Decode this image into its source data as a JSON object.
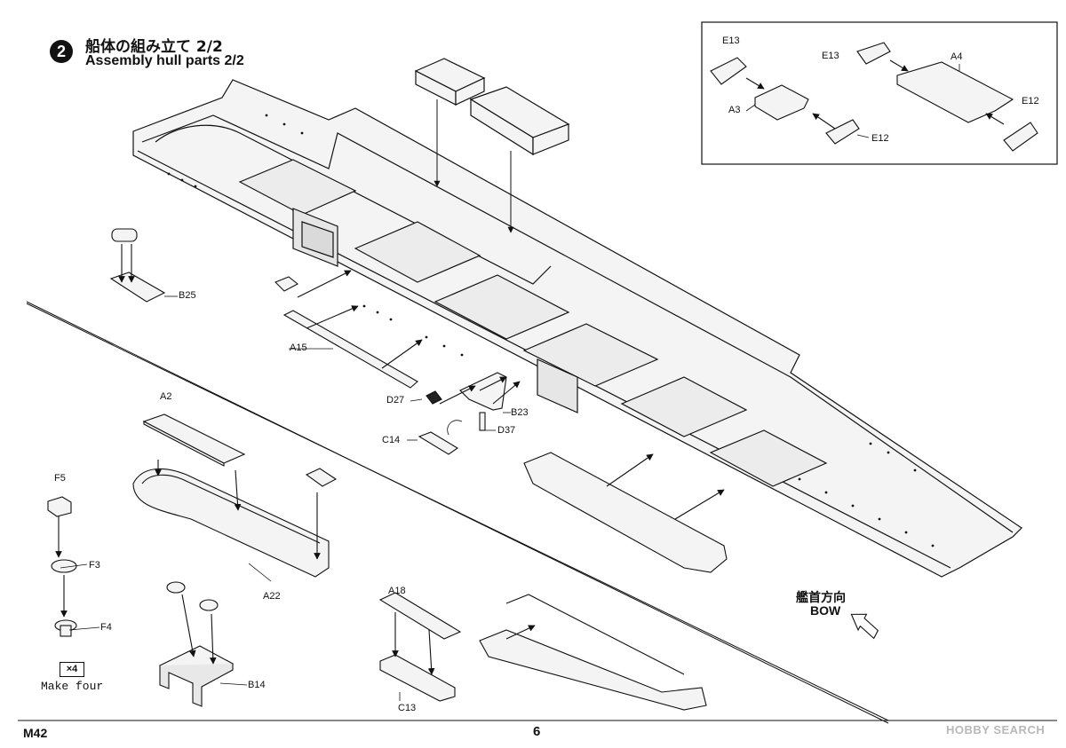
{
  "step": {
    "number": "2",
    "title_ja": "船体の組み立て 2/2",
    "title_en": "Assembly hull parts 2/2"
  },
  "labels": {
    "B25": "B25",
    "A15": "A15",
    "D27": "D27",
    "B23": "B23",
    "D37": "D37",
    "C14": "C14",
    "A2": "A2",
    "A22": "A22",
    "F5": "F5",
    "F3": "F3",
    "F4": "F4",
    "B14": "B14",
    "A18": "A18",
    "C13": "C13",
    "E13a": "E13",
    "E13b": "E13",
    "A4": "A4",
    "A3": "A3",
    "E12a": "E12",
    "E12b": "E12"
  },
  "bow": {
    "ja": "艦首方向",
    "en": "BOW"
  },
  "multiplier": "×4",
  "make_four": "Make four",
  "footer": {
    "model": "M42",
    "page": "6"
  },
  "watermark": "HOBBY SEARCH",
  "colors": {
    "line": "#111111",
    "part_fill": "#f2f2f2",
    "watermark": "#b8b8b8"
  }
}
